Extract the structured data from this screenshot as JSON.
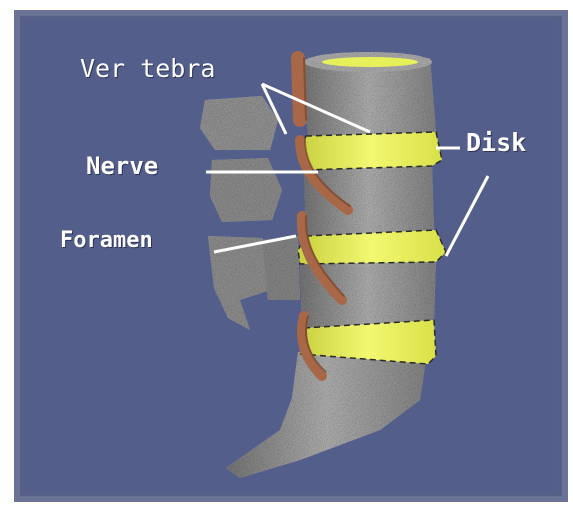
{
  "diagram": {
    "labels": {
      "vertebra": "Ver tebra",
      "nerve": "Nerve",
      "foramen": "Foramen",
      "disk": "Disk"
    },
    "colors": {
      "background": "#545e8a",
      "bone": "#a6a6a6",
      "disk": "#e6f05a",
      "nerve": "#a86848",
      "leader": "#ffffff"
    }
  }
}
